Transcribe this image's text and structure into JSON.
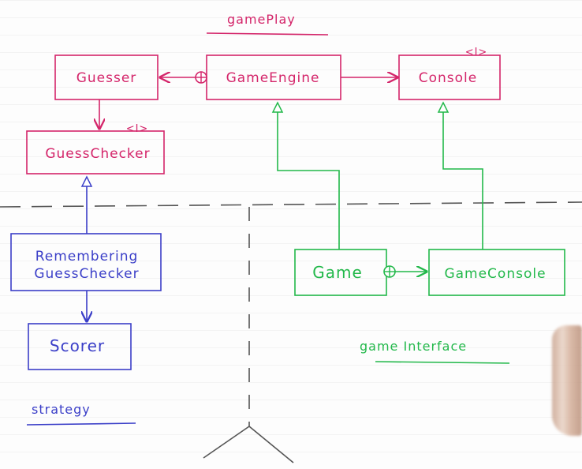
{
  "packages": {
    "gameplay": "gamePlay",
    "strategy": "strategy",
    "gameinterface": "game Interface"
  },
  "classes": {
    "guesser": "Guesser",
    "gameengine": "GameEngine",
    "console": "Console",
    "guesschecker": "GuessChecker",
    "remembering_line1": "Remembering",
    "remembering_line2": "GuessChecker",
    "scorer": "Scorer",
    "game": "Game",
    "gameconsole": "GameConsole"
  },
  "stereotypes": {
    "console_interface": "<I>",
    "guesschecker_interface": "<I>"
  },
  "colors": {
    "gameplay": "#d4256a",
    "strategy": "#3b3fc8",
    "gameinterface": "#22b84a",
    "divider": "#555555"
  }
}
